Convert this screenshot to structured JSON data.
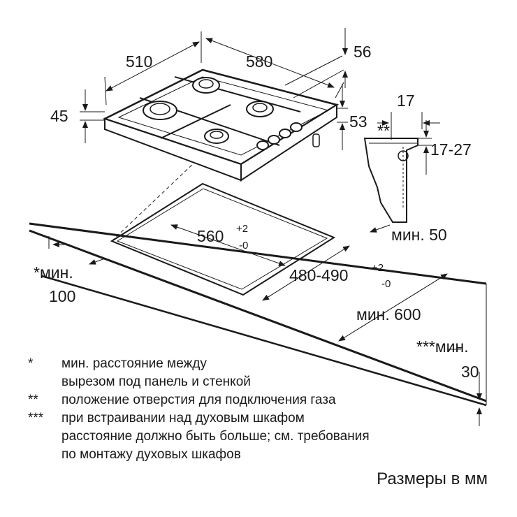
{
  "dimensions": {
    "w510": "510",
    "w580": "580",
    "d56": "56",
    "d45": "45",
    "d53": "53",
    "d17": "17",
    "range1727": "17-27",
    "gas_mark": "**",
    "cut560": "560",
    "tol_plus": "+2",
    "tol_minus": "-0",
    "cut480": "480-490",
    "min50": "мин. 50",
    "min100_a": "*мин.",
    "min100_b": "100",
    "min600": "мин. 600",
    "min30_a": "***мин.",
    "min30_b": "30"
  },
  "notes": [
    {
      "mark": "*",
      "text": "мин. расстояние между\nвырезом под панель и стенкой"
    },
    {
      "mark": "**",
      "text": "положение отверстия для подключения газа"
    },
    {
      "mark": "***",
      "text": "при встраивании над духовым шкафом\nрасстояние должно быть больше; см. требования\nпо монтажу духовых шкафов"
    }
  ],
  "caption": "Размеры в мм",
  "colors": {
    "line": "#1a1a1a",
    "background": "#ffffff"
  }
}
